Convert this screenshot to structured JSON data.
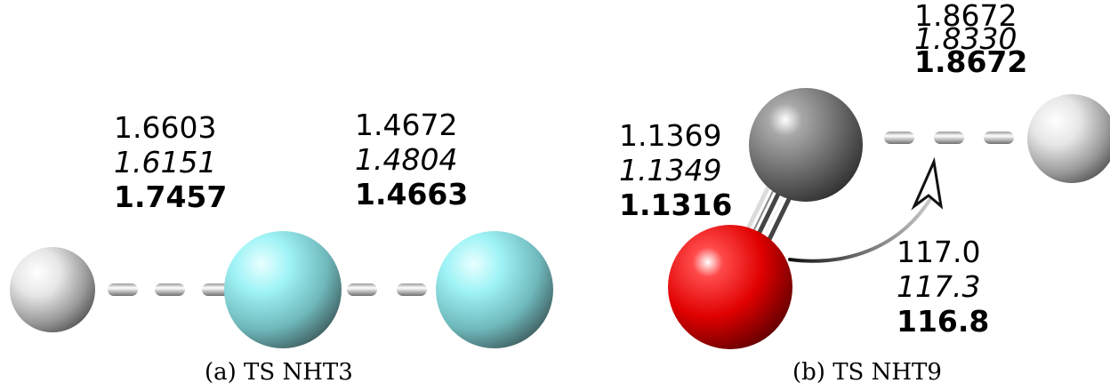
{
  "panel_a": {
    "caption": "(a) TS NHT3",
    "bond1": {
      "v1": "1.6603",
      "v2": "1.6151",
      "v3": "1.7457"
    },
    "bond2": {
      "v1": "1.4672",
      "v2": "1.4804",
      "v3": "1.4663"
    }
  },
  "panel_b": {
    "caption": "(b) TS NHT9",
    "bond_co": {
      "v1": "1.1369",
      "v2": "1.1349",
      "v3": "1.1316"
    },
    "bond_ch": {
      "v1": "1.8672",
      "v2": "1.8330",
      "v3": "1.8672"
    },
    "angle": {
      "v1": "117.0",
      "v2": "117.3",
      "v3": "116.8"
    }
  },
  "atom_colors": {
    "hydrogen": "#d8d8d8",
    "nitrogen": "#8ee8ee",
    "carbon": "#707070",
    "oxygen": "#e00000"
  }
}
